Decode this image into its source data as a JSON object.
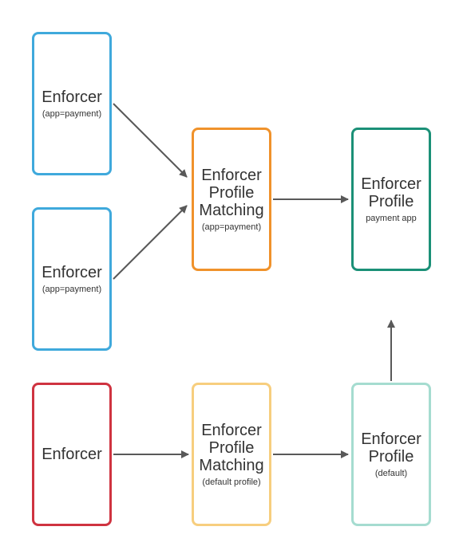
{
  "colors": {
    "blue": "#3fa9dc",
    "orange": "#f0922b",
    "green": "#1b9077",
    "red": "#cf3340",
    "light_orange": "#f7ce7e",
    "light_teal": "#a5dcd0",
    "arrow": "#595959"
  },
  "boxes": {
    "enforcer_a": {
      "title": "Enforcer",
      "sub": "(app=payment)"
    },
    "enforcer_b": {
      "title": "Enforcer",
      "sub": "(app=payment)"
    },
    "matching_payment": {
      "title": "Enforcer\nProfile\nMatching",
      "sub": "(app=payment)"
    },
    "profile_payment": {
      "title": "Enforcer\nProfile",
      "sub": "payment app"
    },
    "enforcer_c": {
      "title": "Enforcer"
    },
    "matching_default": {
      "title": "Enforcer\nProfile\nMatching",
      "sub": "(default profile)"
    },
    "profile_default": {
      "title": "Enforcer\nProfile",
      "sub": "(default)"
    }
  }
}
